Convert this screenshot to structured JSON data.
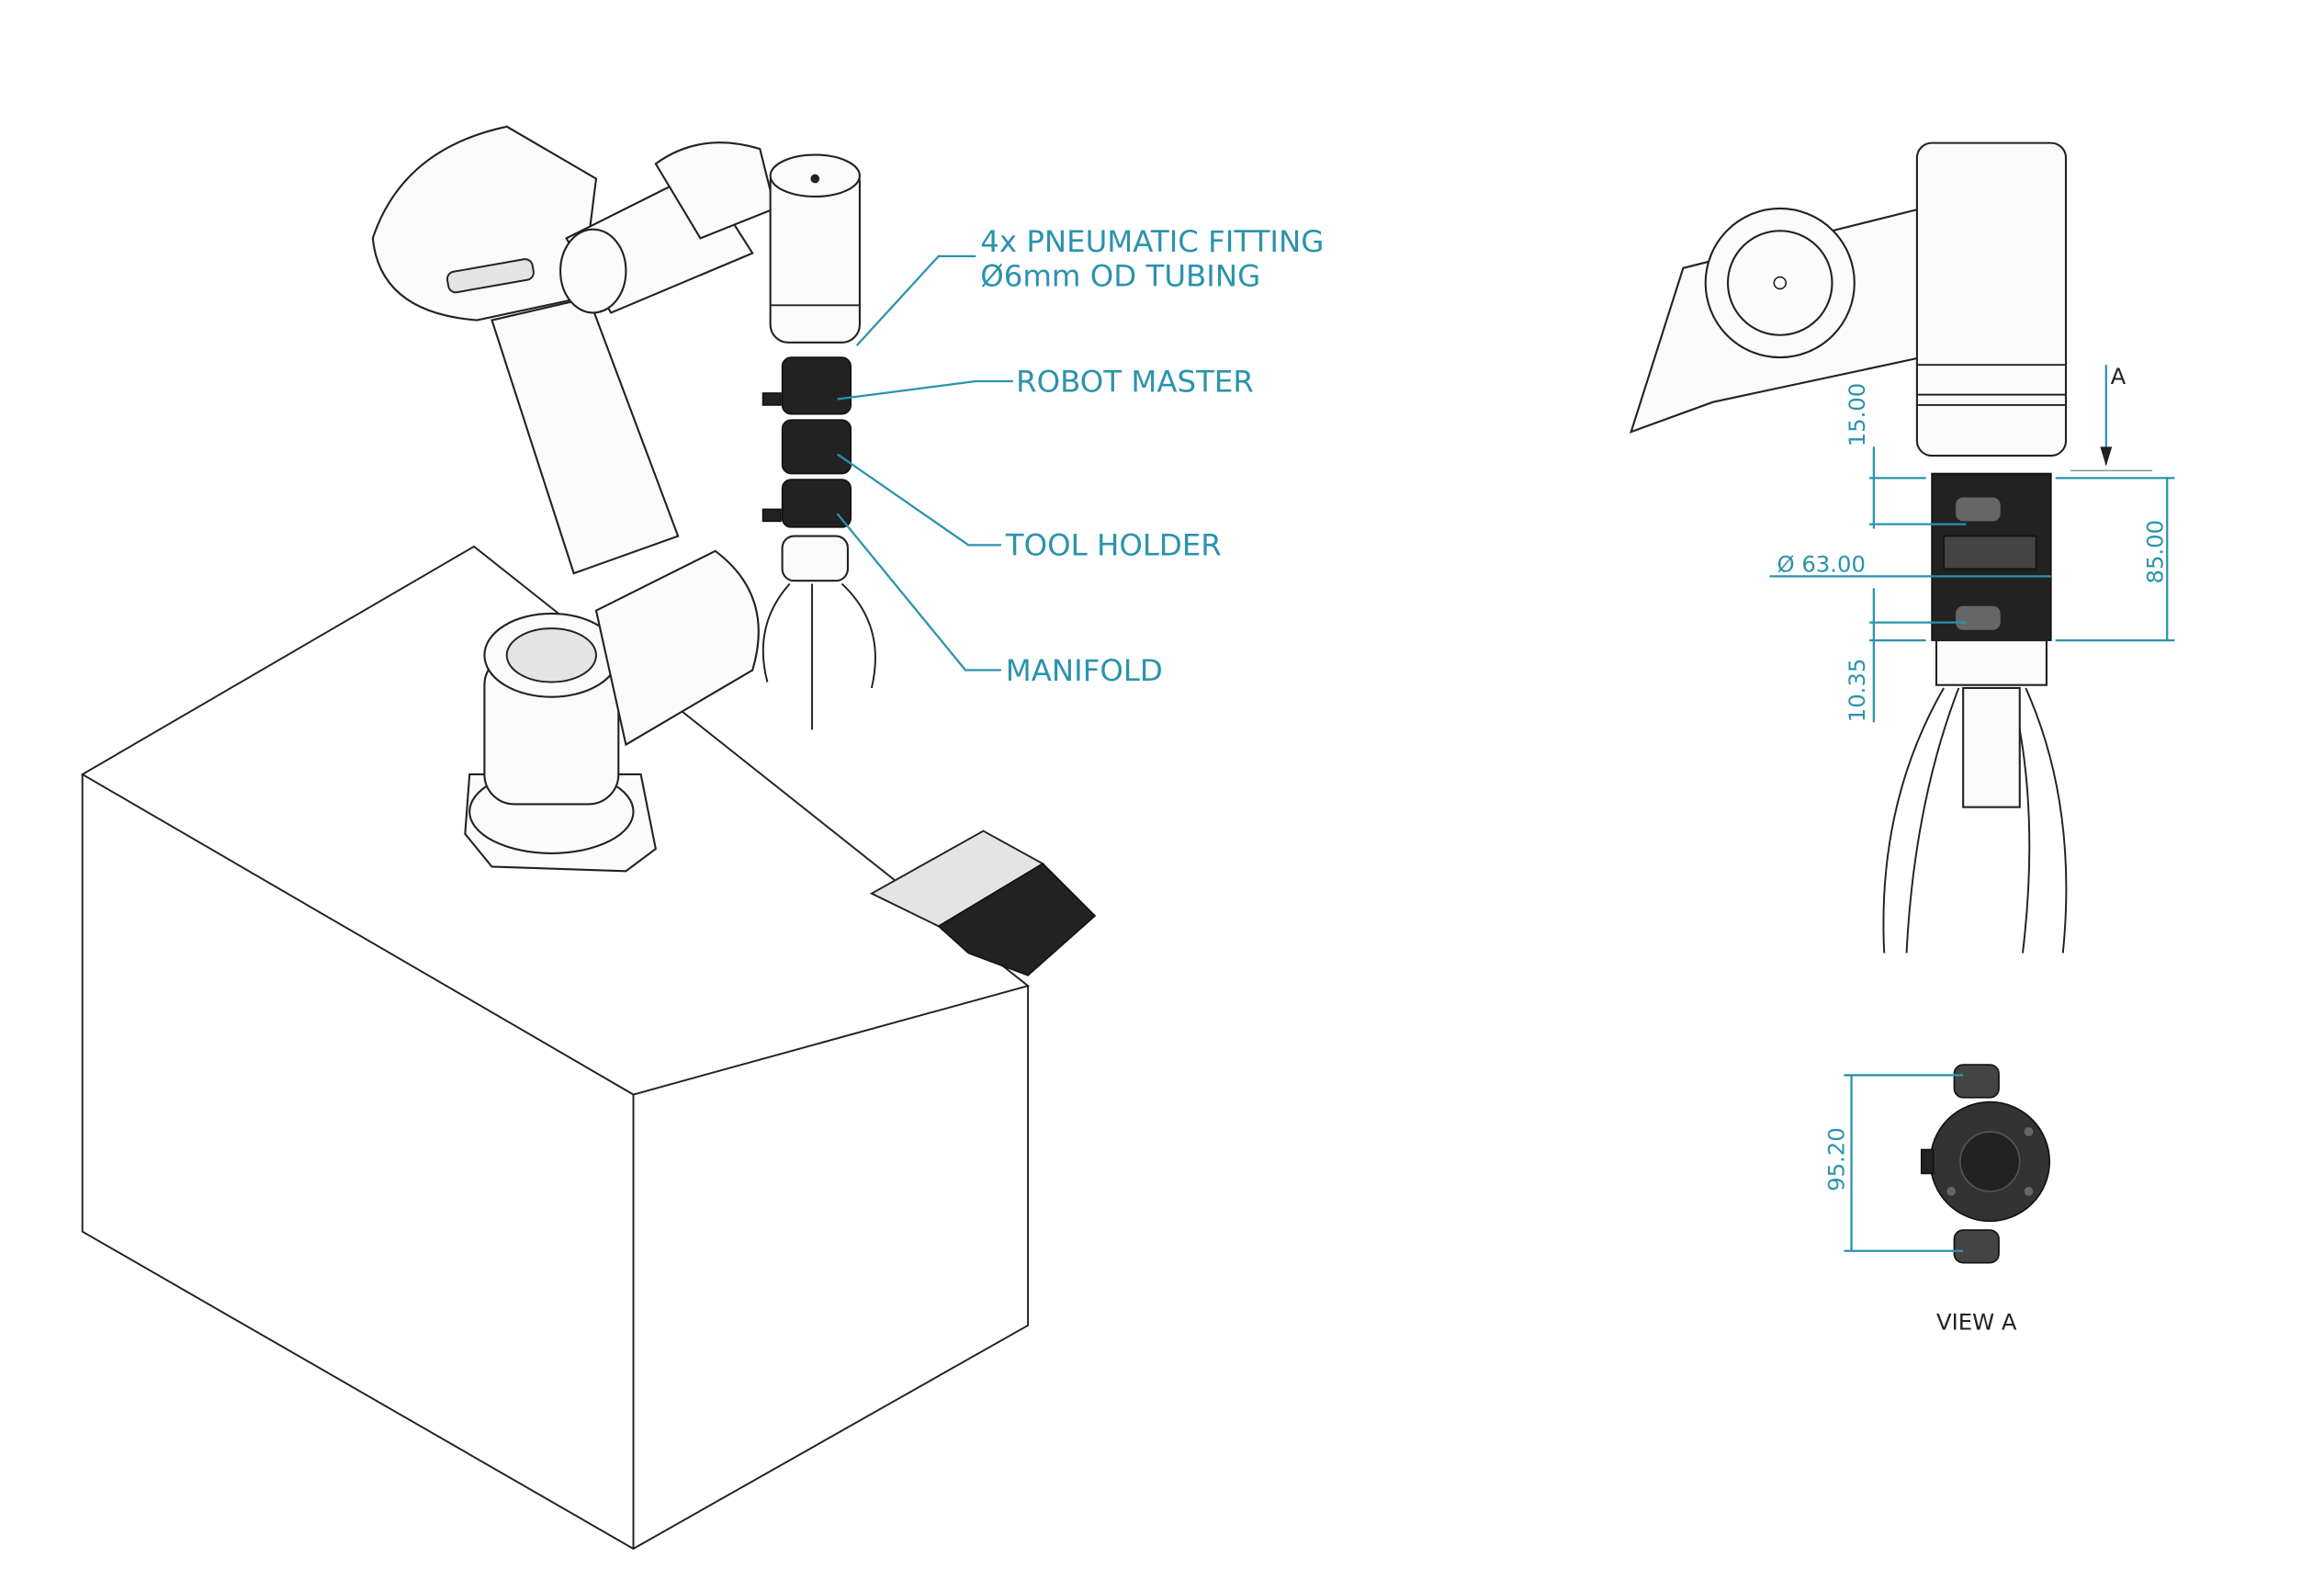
{
  "callouts": {
    "fitting_line1": "4x PNEUMATIC FITTING",
    "fitting_line2": "Ø6mm OD TUBING",
    "robot_master": "ROBOT MASTER",
    "tool_holder": "TOOL HOLDER",
    "manifold": "MANIFOLD"
  },
  "side_view": {
    "section_marker": "A",
    "dim_top": "15.00",
    "dim_diameter": "Ø 63.00",
    "dim_height": "85.00",
    "dim_bottom": "10.35"
  },
  "view_a": {
    "dim_width": "95.20",
    "caption": "VIEW A"
  },
  "colors": {
    "annotation": "#2a93ad",
    "line": "#222222"
  }
}
